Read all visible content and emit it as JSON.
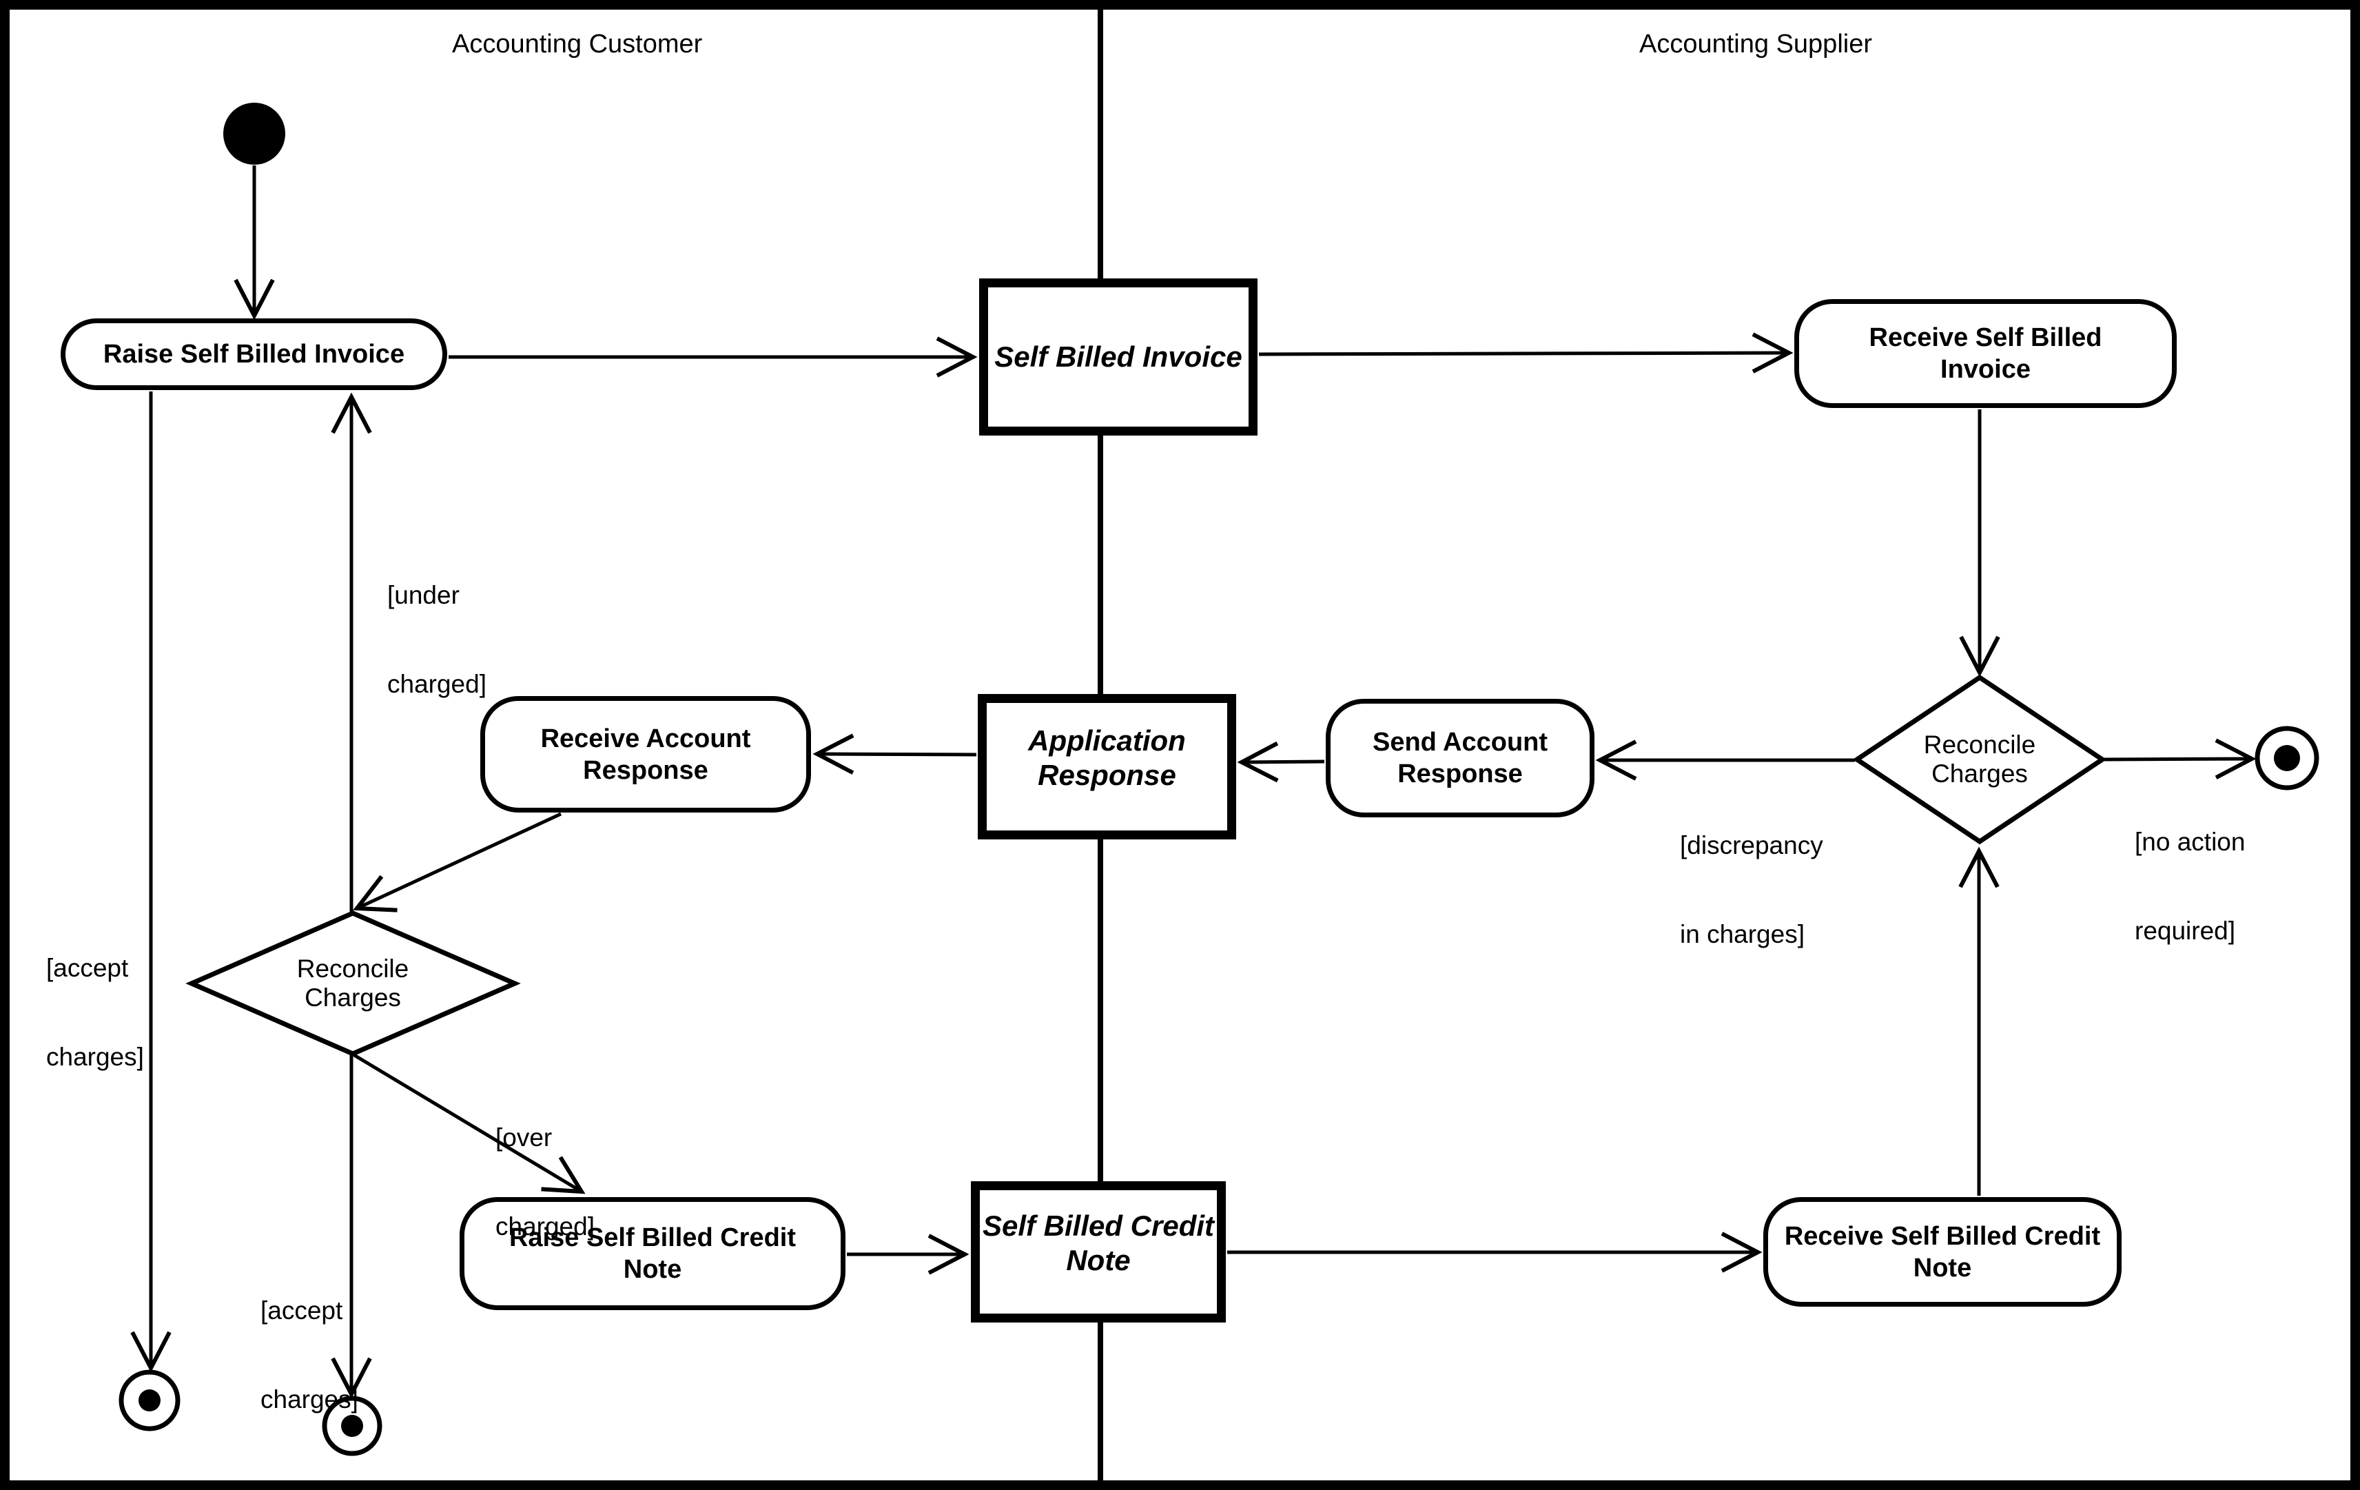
{
  "diagram": {
    "kind": "uml-activity-diagram",
    "colors": {
      "ink": "#000000",
      "background": "#ffffff"
    }
  },
  "lanes": [
    {
      "label": "Accounting Customer"
    },
    {
      "label": "Accounting Supplier"
    }
  ],
  "activities": {
    "raise_self_billed_invoice": {
      "line1": "Raise Self Billed Invoice",
      "line2": ""
    },
    "receive_self_billed_invoice": {
      "line1": "Receive Self Billed",
      "line2": "Invoice"
    },
    "send_account_response": {
      "line1": "Send Account",
      "line2": "Response"
    },
    "receive_account_response": {
      "line1": "Receive Account",
      "line2": "Response"
    },
    "raise_self_billed_credit_note": {
      "line1": "Raise Self Billed Credit",
      "line2": "Note"
    },
    "receive_self_billed_credit_note": {
      "line1": "Receive Self Billed Credit",
      "line2": "Note"
    }
  },
  "objects": {
    "self_billed_invoice": {
      "line1": "Self Billed Invoice",
      "line2": ""
    },
    "application_response": {
      "line1": "Application",
      "line2": "Response"
    },
    "self_billed_credit_note": {
      "line1": "Self Billed Credit",
      "line2": "Note"
    }
  },
  "decisions": {
    "reconcile_charges_supplier": {
      "line1": "Reconcile",
      "line2": "Charges"
    },
    "reconcile_charges_customer": {
      "line1": "Reconcile",
      "line2": "Charges"
    }
  },
  "guards": {
    "under_charged": {
      "line1": "[under",
      "line2": "charged]"
    },
    "over_charged": {
      "line1": "[over",
      "line2": "charged]"
    },
    "accept_charges_from_invoice": {
      "line1": "[accept",
      "line2": "charges]"
    },
    "accept_charges_from_decision": {
      "line1": "[accept",
      "line2": "charges]"
    },
    "discrepancy_in_charges": {
      "line1": "[discrepancy",
      "line2": "in charges]"
    },
    "no_action_required": {
      "line1": "[no action",
      "line2": "required]"
    }
  }
}
